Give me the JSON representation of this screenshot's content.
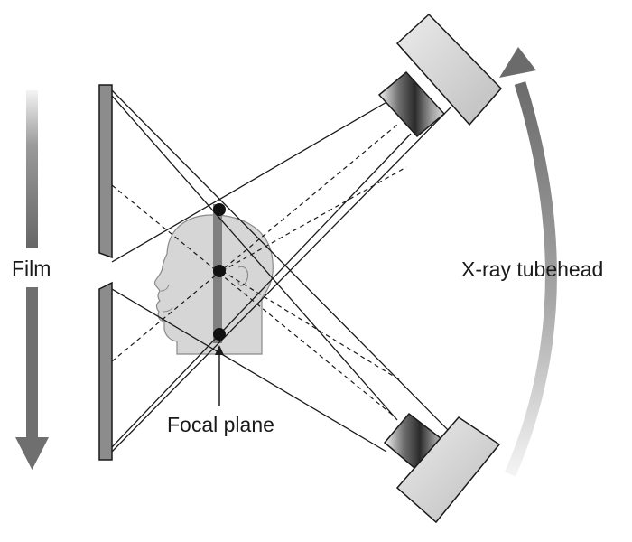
{
  "labels": {
    "film": "Film",
    "tubehead": "X-ray tubehead",
    "focal_plane": "Focal plane"
  },
  "colors": {
    "line": "#1a1a1a",
    "film_fill": "#8c8c8c",
    "focal_plane_bar": "#808080",
    "head_fill": "#d6d6d6",
    "arrow_dark": "#6b6b6b",
    "arrow_light": "#f2f2f2",
    "tubehead_body": "#d4d4d4"
  },
  "icons": {
    "film_motion_arrow": "arrow-down",
    "tubehead_motion_arrow": "curved-arrow-up"
  }
}
